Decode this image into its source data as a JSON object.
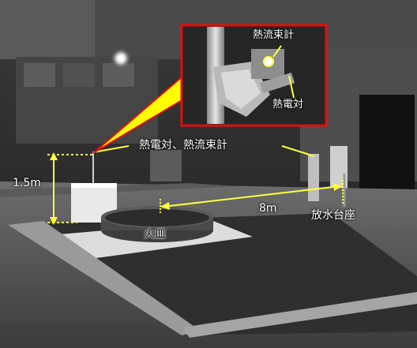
{
  "photo": {
    "description_free": true,
    "accent_colors": {
      "callout_frame": "#e01010",
      "callout_pointer": "#ffff00",
      "dimension_lines": "#ffff44",
      "dotted_markers": "#ffff44"
    }
  },
  "labels": {
    "thermocouple_and_heat_flux_meter": "熱電対、熱流束計",
    "height_dimension": "1.5m",
    "distance_dimension": "8m",
    "fire_pan": "火皿",
    "water_stand": "放水台座",
    "inset_heat_flux_meter": "熱流束計",
    "inset_thermocouple": "熱電対"
  }
}
